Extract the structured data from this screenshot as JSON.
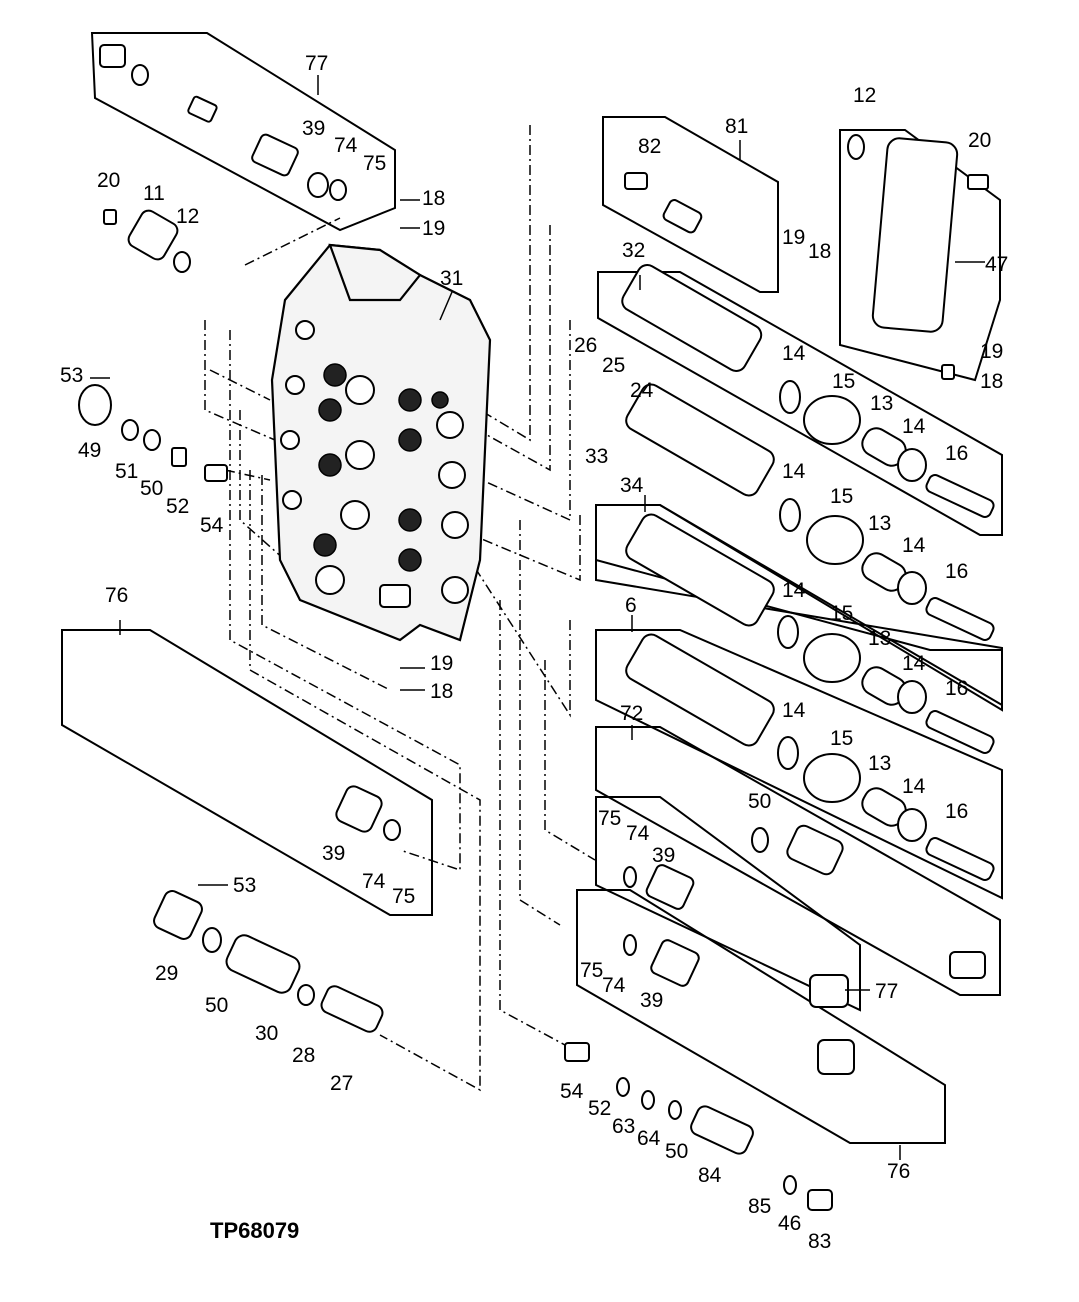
{
  "drawing_id": "TP68079",
  "callouts": [
    "77",
    "81",
    "12",
    "20",
    "82",
    "39",
    "74",
    "75",
    "18",
    "19",
    "19",
    "18",
    "20",
    "11",
    "12",
    "31",
    "32",
    "47",
    "19",
    "18",
    "53",
    "26",
    "25",
    "24",
    "14",
    "15",
    "13",
    "14",
    "16",
    "49",
    "51",
    "50",
    "52",
    "54",
    "33",
    "34",
    "14",
    "15",
    "13",
    "14",
    "16",
    "6",
    "14",
    "15",
    "13",
    "14",
    "16",
    "76",
    "19",
    "18",
    "72",
    "14",
    "15",
    "13",
    "14",
    "16",
    "50",
    "75",
    "74",
    "39",
    "39",
    "74",
    "75",
    "53",
    "29",
    "50",
    "30",
    "28",
    "27",
    "75",
    "74",
    "39",
    "77",
    "54",
    "52",
    "63",
    "64",
    "50",
    "84",
    "85",
    "46",
    "83",
    "76"
  ]
}
